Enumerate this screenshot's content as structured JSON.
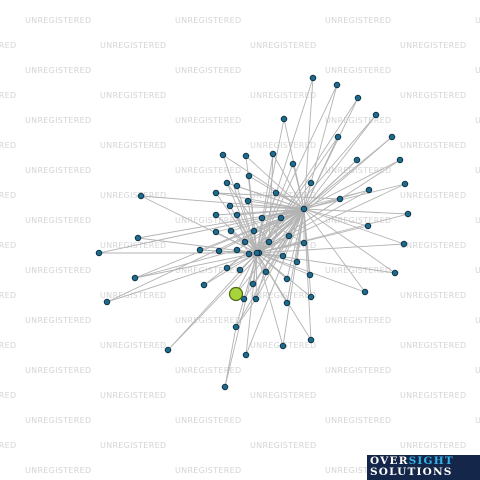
{
  "watermark": {
    "text": "UNREGISTERED"
  },
  "logo": {
    "line1_a": "OVER",
    "line1_b": "SIGHT",
    "line2": "SOLUTIONS"
  },
  "colors": {
    "node": "#1f6b8f",
    "focus_node": "#a6d43a",
    "edge": "#b3b3b3",
    "watermark": "#d4d4d4"
  },
  "graph": {
    "nodes": [
      {
        "id": "n1"
      },
      {
        "id": "n2"
      },
      {
        "id": "n3"
      },
      {
        "id": "n4"
      },
      {
        "id": "n5"
      },
      {
        "id": "n6"
      },
      {
        "id": "n7"
      },
      {
        "id": "n8"
      },
      {
        "id": "n9"
      },
      {
        "id": "n10"
      },
      {
        "id": "n11"
      },
      {
        "id": "n12"
      },
      {
        "id": "n13"
      },
      {
        "id": "n14"
      },
      {
        "id": "n15"
      },
      {
        "id": "n16"
      },
      {
        "id": "n17"
      },
      {
        "id": "n18"
      },
      {
        "id": "n19"
      },
      {
        "id": "n20"
      },
      {
        "id": "n21"
      },
      {
        "id": "n22"
      },
      {
        "id": "n23"
      },
      {
        "id": "n24"
      },
      {
        "id": "n25"
      },
      {
        "id": "n26"
      },
      {
        "id": "n27"
      },
      {
        "id": "n28"
      },
      {
        "id": "n29"
      },
      {
        "id": "n30"
      },
      {
        "id": "n31"
      },
      {
        "id": "n32"
      },
      {
        "id": "n33"
      },
      {
        "id": "n34"
      },
      {
        "id": "n35"
      },
      {
        "id": "n36"
      },
      {
        "id": "n37"
      },
      {
        "id": "n38"
      },
      {
        "id": "n39"
      },
      {
        "id": "n40"
      },
      {
        "id": "n41"
      },
      {
        "id": "n42"
      },
      {
        "id": "n43"
      },
      {
        "id": "n44"
      },
      {
        "id": "n45"
      },
      {
        "id": "n46"
      },
      {
        "id": "n47"
      },
      {
        "id": "n48"
      },
      {
        "id": "n49"
      },
      {
        "id": "n50"
      },
      {
        "id": "n51"
      },
      {
        "id": "n52"
      },
      {
        "id": "n53"
      },
      {
        "id": "n54"
      },
      {
        "id": "n55"
      },
      {
        "id": "n56"
      },
      {
        "id": "n57"
      },
      {
        "id": "n58"
      },
      {
        "id": "n59"
      },
      {
        "id": "n60"
      },
      {
        "id": "n61"
      },
      {
        "id": "n62"
      },
      {
        "id": "n63"
      },
      {
        "id": "n64"
      },
      {
        "id": "n65"
      },
      {
        "id": "n66"
      },
      {
        "id": "n67"
      },
      {
        "id": "n68"
      },
      {
        "id": "n69"
      },
      {
        "id": "focus",
        "focus": true
      }
    ],
    "edges": [
      [
        "n4",
        "n2"
      ],
      [
        "n4",
        "n3"
      ],
      [
        "n4",
        "n5"
      ],
      [
        "n4",
        "n6"
      ],
      [
        "n4",
        "n7"
      ],
      [
        "n4",
        "n8"
      ],
      [
        "n4",
        "n9"
      ],
      [
        "n4",
        "n10"
      ],
      [
        "n4",
        "n11"
      ],
      [
        "n4",
        "n12"
      ],
      [
        "n4",
        "n13"
      ],
      [
        "n4",
        "n14"
      ],
      [
        "n4",
        "n15"
      ],
      [
        "n4",
        "n16"
      ],
      [
        "n4",
        "n17"
      ],
      [
        "n4",
        "n18"
      ],
      [
        "n4",
        "n19"
      ],
      [
        "n4",
        "n20"
      ],
      [
        "n4",
        "n21"
      ],
      [
        "n4",
        "n22"
      ],
      [
        "n4",
        "n23"
      ],
      [
        "n4",
        "n24"
      ],
      [
        "n4",
        "n25"
      ],
      [
        "n4",
        "n26"
      ],
      [
        "n4",
        "n27"
      ],
      [
        "n4",
        "n28"
      ],
      [
        "n4",
        "n29"
      ],
      [
        "n4",
        "n30"
      ],
      [
        "n4",
        "n31"
      ],
      [
        "n4",
        "n32"
      ],
      [
        "n4",
        "n33"
      ],
      [
        "n4",
        "n34"
      ],
      [
        "n4",
        "n35"
      ],
      [
        "n4",
        "n36"
      ],
      [
        "n4",
        "n37"
      ],
      [
        "n4",
        "n38"
      ],
      [
        "n4",
        "n39"
      ],
      [
        "n4",
        "n40"
      ],
      [
        "n4",
        "n41"
      ],
      [
        "n4",
        "n42"
      ],
      [
        "n4",
        "n44"
      ],
      [
        "n4",
        "n49"
      ],
      [
        "n4",
        "n53"
      ],
      [
        "n4",
        "n54"
      ],
      [
        "n4",
        "n55"
      ],
      [
        "n4",
        "n56"
      ],
      [
        "n4",
        "n57"
      ],
      [
        "n4",
        "n58"
      ],
      [
        "n4",
        "n60"
      ],
      [
        "n4",
        "n62"
      ],
      [
        "n4",
        "n63"
      ],
      [
        "n4",
        "n64"
      ],
      [
        "n4",
        "n65"
      ],
      [
        "n4",
        "n66"
      ],
      [
        "n4",
        "focus"
      ],
      [
        "n1",
        "n49"
      ],
      [
        "n2",
        "n49"
      ],
      [
        "n3",
        "n49"
      ],
      [
        "n5",
        "n49"
      ],
      [
        "n6",
        "n49"
      ],
      [
        "n7",
        "n49"
      ],
      [
        "n8",
        "n49"
      ],
      [
        "n9",
        "n49"
      ],
      [
        "n10",
        "n49"
      ],
      [
        "n11",
        "n49"
      ],
      [
        "n12",
        "n49"
      ],
      [
        "n13",
        "n49"
      ],
      [
        "n14",
        "n49"
      ],
      [
        "n15",
        "n49"
      ],
      [
        "n16",
        "n49"
      ],
      [
        "n17",
        "n49"
      ],
      [
        "n18",
        "n49"
      ],
      [
        "n19",
        "n49"
      ],
      [
        "n20",
        "n49"
      ],
      [
        "n21",
        "n49"
      ],
      [
        "n22",
        "n49"
      ],
      [
        "n23",
        "n49"
      ],
      [
        "n24",
        "n49"
      ],
      [
        "n25",
        "n49"
      ],
      [
        "n26",
        "n49"
      ],
      [
        "n27",
        "n49"
      ],
      [
        "n28",
        "n49"
      ],
      [
        "n29",
        "n49"
      ],
      [
        "n30",
        "n49"
      ],
      [
        "n31",
        "n49"
      ],
      [
        "n32",
        "n49"
      ],
      [
        "n33",
        "n49"
      ],
      [
        "n34",
        "n49"
      ],
      [
        "n35",
        "n49"
      ],
      [
        "n36",
        "n49"
      ],
      [
        "n37",
        "n49"
      ],
      [
        "n38",
        "n49"
      ],
      [
        "n39",
        "n49"
      ],
      [
        "n40",
        "n49"
      ],
      [
        "n41",
        "n49"
      ],
      [
        "n42",
        "n49"
      ],
      [
        "n43",
        "n49"
      ],
      [
        "n44",
        "n49"
      ],
      [
        "n45",
        "n49"
      ],
      [
        "n46",
        "n49"
      ],
      [
        "n47",
        "n49"
      ],
      [
        "n48",
        "n49"
      ],
      [
        "n50",
        "n49"
      ],
      [
        "n51",
        "n49"
      ],
      [
        "n52",
        "n49"
      ],
      [
        "n53",
        "n49"
      ],
      [
        "n54",
        "n49"
      ],
      [
        "n55",
        "n49"
      ],
      [
        "n56",
        "n49"
      ],
      [
        "n57",
        "n49"
      ],
      [
        "n58",
        "n49"
      ],
      [
        "n59",
        "n49"
      ],
      [
        "n60",
        "n49"
      ],
      [
        "n61",
        "n49"
      ],
      [
        "n62",
        "n49"
      ],
      [
        "n63",
        "n49"
      ],
      [
        "n64",
        "n49"
      ],
      [
        "n65",
        "n49"
      ],
      [
        "n66",
        "n49"
      ],
      [
        "n67",
        "n49"
      ],
      [
        "n68",
        "n49"
      ],
      [
        "n69",
        "n49"
      ],
      [
        "focus",
        "n49"
      ],
      [
        "n1",
        "n4"
      ],
      [
        "n43",
        "n4"
      ],
      [
        "n45",
        "n4"
      ],
      [
        "n46",
        "n4"
      ],
      [
        "n47",
        "n4"
      ],
      [
        "n48",
        "n4"
      ],
      [
        "n50",
        "n4"
      ],
      [
        "n51",
        "n4"
      ],
      [
        "n52",
        "n4"
      ],
      [
        "n59",
        "n4"
      ],
      [
        "n61",
        "n4"
      ],
      [
        "n67",
        "n4"
      ],
      [
        "n68",
        "n4"
      ],
      [
        "n69",
        "n4"
      ],
      [
        "n62",
        "n66"
      ],
      [
        "n30",
        "n62"
      ],
      [
        "n33",
        "n53"
      ],
      [
        "n28",
        "n39"
      ],
      [
        "n11",
        "n41"
      ],
      [
        "n23",
        "n28"
      ],
      [
        "n27",
        "n36"
      ],
      [
        "n40",
        "n55"
      ],
      [
        "n21",
        "n26"
      ],
      [
        "n17",
        "n41"
      ]
    ]
  }
}
